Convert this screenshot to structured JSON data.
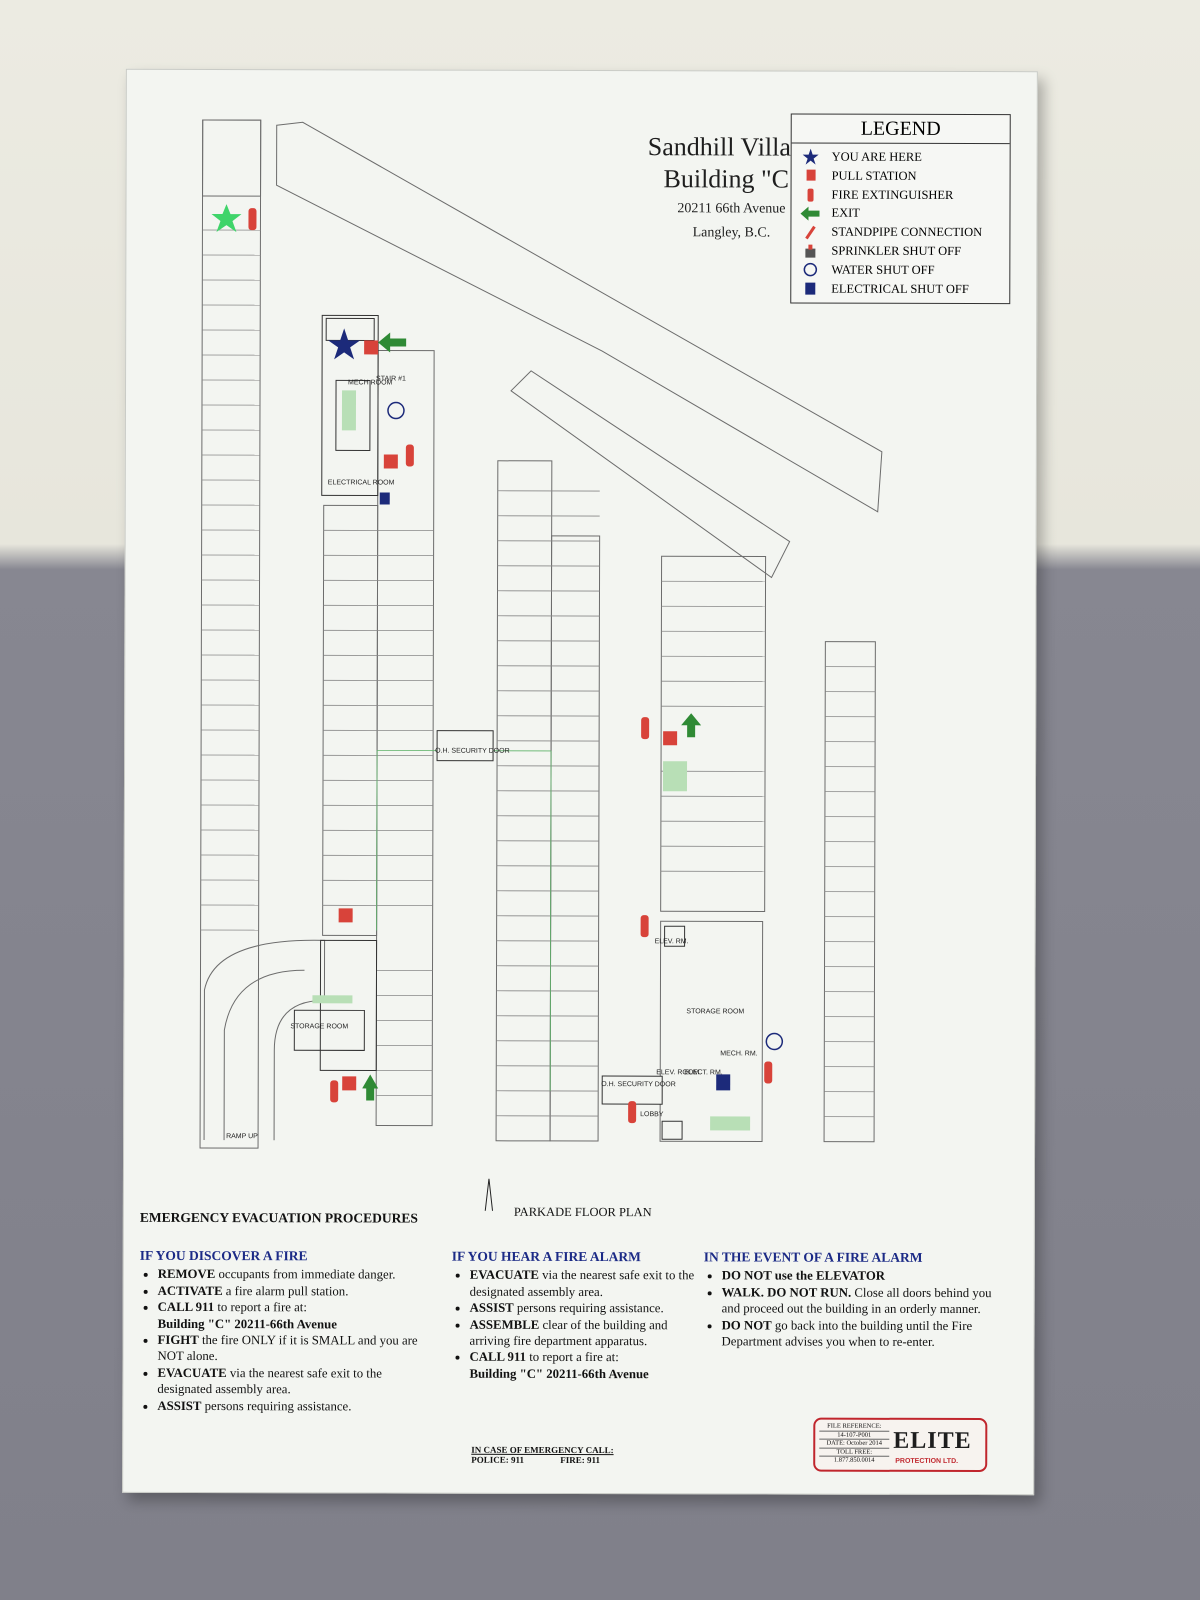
{
  "title": {
    "line1": "Sandhill Village",
    "line2": "Building \"C\"",
    "address": "20211 66th Avenue",
    "city": "Langley, B.C."
  },
  "legend": {
    "heading": "LEGEND",
    "items": [
      {
        "label": "YOU ARE HERE",
        "icon": "star-icon",
        "color": "#1c2a7a"
      },
      {
        "label": "PULL STATION",
        "icon": "pull-station-icon",
        "color": "#d8433a"
      },
      {
        "label": "FIRE EXTINGUISHER",
        "icon": "fire-extinguisher-icon",
        "color": "#d8433a"
      },
      {
        "label": "EXIT",
        "icon": "exit-arrow-icon",
        "color": "#2f8a35"
      },
      {
        "label": "STANDPIPE CONNECTION",
        "icon": "standpipe-icon",
        "color": "#d8433a"
      },
      {
        "label": "SPRINKLER SHUT OFF",
        "icon": "sprinkler-icon",
        "color": "#555555"
      },
      {
        "label": "WATER SHUT OFF",
        "icon": "water-shutoff-icon",
        "color": "#1c2a7a"
      },
      {
        "label": "ELECTRICAL SHUT OFF",
        "icon": "electrical-shutoff-icon",
        "color": "#1c2a7a"
      }
    ]
  },
  "plan_labels": {
    "stair": "STAIR #1",
    "mech_room": "MECH ROOM",
    "electrical_room": "ELECTRICAL ROOM",
    "security_door_1": "O.H. SECURITY DOOR",
    "security_door_2": "O.H. SECURITY DOOR",
    "elev_rm_1": "ELEV. RM.",
    "storage_room_1": "STORAGE ROOM",
    "storage_room_2": "STORAGE ROOM",
    "mech_rm": "MECH. RM.",
    "elev_room": "ELEV. ROOM",
    "elect_rm": "ELECT. RM.",
    "lobby": "LOBBY",
    "ramp": "RAMP UP"
  },
  "procedures": {
    "heading": "EMERGENCY EVACUATION PROCEDURES",
    "plan_caption": "PARKADE FLOOR PLAN",
    "discover": {
      "heading": "IF YOU DISCOVER A FIRE",
      "items": [
        {
          "bold": "REMOVE",
          "text": " occupants from immediate danger."
        },
        {
          "bold": "ACTIVATE",
          "text": " a fire alarm pull station."
        },
        {
          "bold": "CALL 911",
          "text": " to report a fire at:",
          "addr": "Building \"C\" 20211-66th Avenue"
        },
        {
          "bold": "FIGHT",
          "text": " the fire ONLY if it is SMALL and you are NOT alone."
        },
        {
          "bold": "EVACUATE",
          "text": " via the nearest safe exit to the designated assembly area."
        },
        {
          "bold": "ASSIST",
          "text": " persons requiring assistance."
        }
      ]
    },
    "hear": {
      "heading": "IF YOU HEAR A FIRE ALARM",
      "items": [
        {
          "bold": "EVACUATE",
          "text": " via the nearest safe exit to the designated assembly area."
        },
        {
          "bold": "ASSIST",
          "text": " persons requiring assistance."
        },
        {
          "bold": "ASSEMBLE",
          "text": " clear of the building and arriving fire department apparatus."
        },
        {
          "bold": "CALL 911",
          "text": " to report a fire at:",
          "addr": "Building \"C\" 20211-66th Avenue"
        }
      ]
    },
    "event": {
      "heading": "IN THE EVENT OF A FIRE ALARM",
      "items": [
        {
          "bold": "DO NOT use the ELEVATOR",
          "text": ""
        },
        {
          "bold": "WALK. DO NOT RUN.",
          "text": " Close all doors behind you and proceed out the building in an orderly manner."
        },
        {
          "bold": "DO NOT",
          "text": " go back into the building until the Fire Department advises you when to re-enter."
        }
      ]
    },
    "emergency_call": {
      "heading": "IN CASE OF EMERGENCY CALL:",
      "police": "POLICE:  911",
      "fire": "FIRE:  911"
    }
  },
  "reference": {
    "file_ref_label": "FILE REFERENCE:",
    "file_ref": "14-107-P001",
    "date": "DATE: October 2014",
    "toll_label": "TOLL FREE:",
    "toll": "1.877.850.0014",
    "brand": "ELITE",
    "brand_sub": "PROTECTION LTD."
  },
  "colors": {
    "heading_blue": "#1b2a86",
    "fire_red": "#d8433a",
    "exit_green": "#2f8a35",
    "star_green": "#3fd46a"
  }
}
